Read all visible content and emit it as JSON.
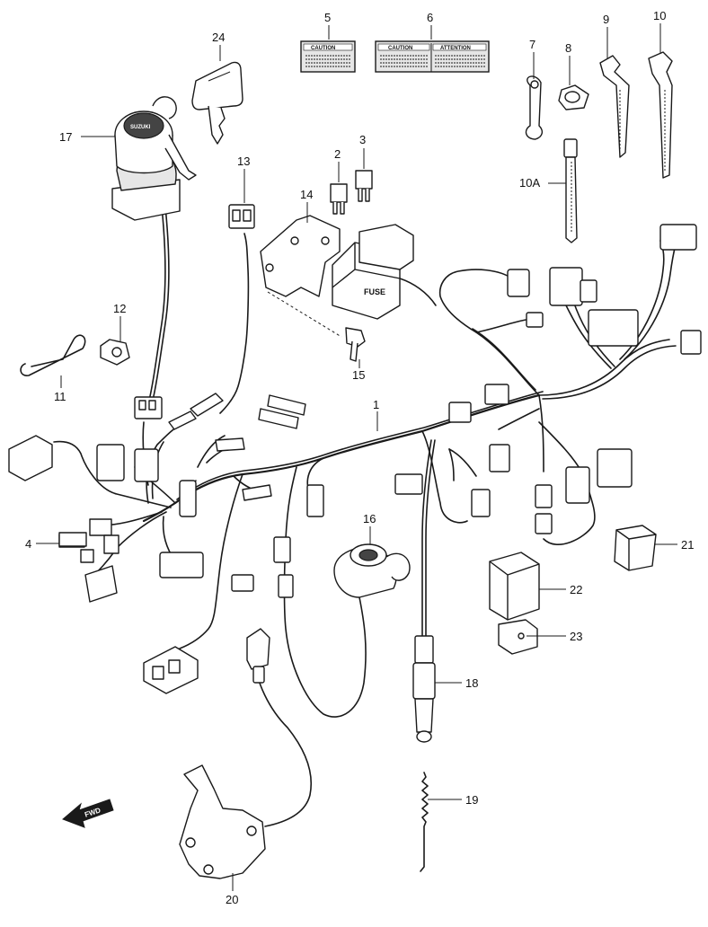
{
  "callouts": [
    {
      "id": "c1",
      "text": "1"
    },
    {
      "id": "c2",
      "text": "2"
    },
    {
      "id": "c3",
      "text": "3"
    },
    {
      "id": "c4",
      "text": "4"
    },
    {
      "id": "c5",
      "text": "5"
    },
    {
      "id": "c6",
      "text": "6"
    },
    {
      "id": "c7",
      "text": "7"
    },
    {
      "id": "c8",
      "text": "8"
    },
    {
      "id": "c9",
      "text": "9"
    },
    {
      "id": "c10",
      "text": "10"
    },
    {
      "id": "c10a",
      "text": "10A"
    },
    {
      "id": "c11",
      "text": "11"
    },
    {
      "id": "c12",
      "text": "12"
    },
    {
      "id": "c13",
      "text": "13"
    },
    {
      "id": "c14",
      "text": "14"
    },
    {
      "id": "c15",
      "text": "15"
    },
    {
      "id": "c16",
      "text": "16"
    },
    {
      "id": "c17",
      "text": "17"
    },
    {
      "id": "c18",
      "text": "18"
    },
    {
      "id": "c19",
      "text": "19"
    },
    {
      "id": "c20",
      "text": "20"
    },
    {
      "id": "c21",
      "text": "21"
    },
    {
      "id": "c22",
      "text": "22"
    },
    {
      "id": "c23",
      "text": "23"
    },
    {
      "id": "c24",
      "text": "24"
    }
  ],
  "labels": {
    "caution_label": "CAUTION",
    "caution_attention_left": "CAUTION",
    "caution_attention_right": "ATTENTION",
    "fuse_box_text": "FUSE",
    "fwd_arrow_text": "FWD",
    "ignition_brand": "SUZUKI"
  }
}
